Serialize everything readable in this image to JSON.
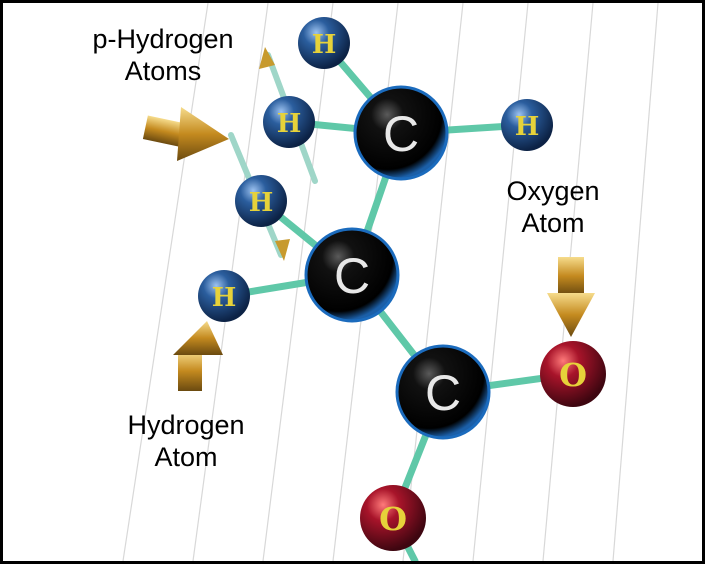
{
  "labels": {
    "p_hydrogen_line1": "p-Hydrogen",
    "p_hydrogen_line2": "Atoms",
    "oxygen_line1": "Oxygen",
    "oxygen_line2": "Atom",
    "hydrogen_line1": "Hydrogen",
    "hydrogen_line2": "Atom"
  },
  "atoms": {
    "carbon_symbol": "C",
    "hydrogen_symbol": "H",
    "oxygen_symbol": "O"
  },
  "colors": {
    "carbon": "#0a0a0a",
    "hydrogen": "#1f4d8c",
    "oxygen": "#8a0f1e",
    "bond": "#5fc8a8",
    "hydrogen_letter": "#e6d23a",
    "oxygen_letter": "#e6d23a",
    "arrow": "#c79a2e"
  }
}
